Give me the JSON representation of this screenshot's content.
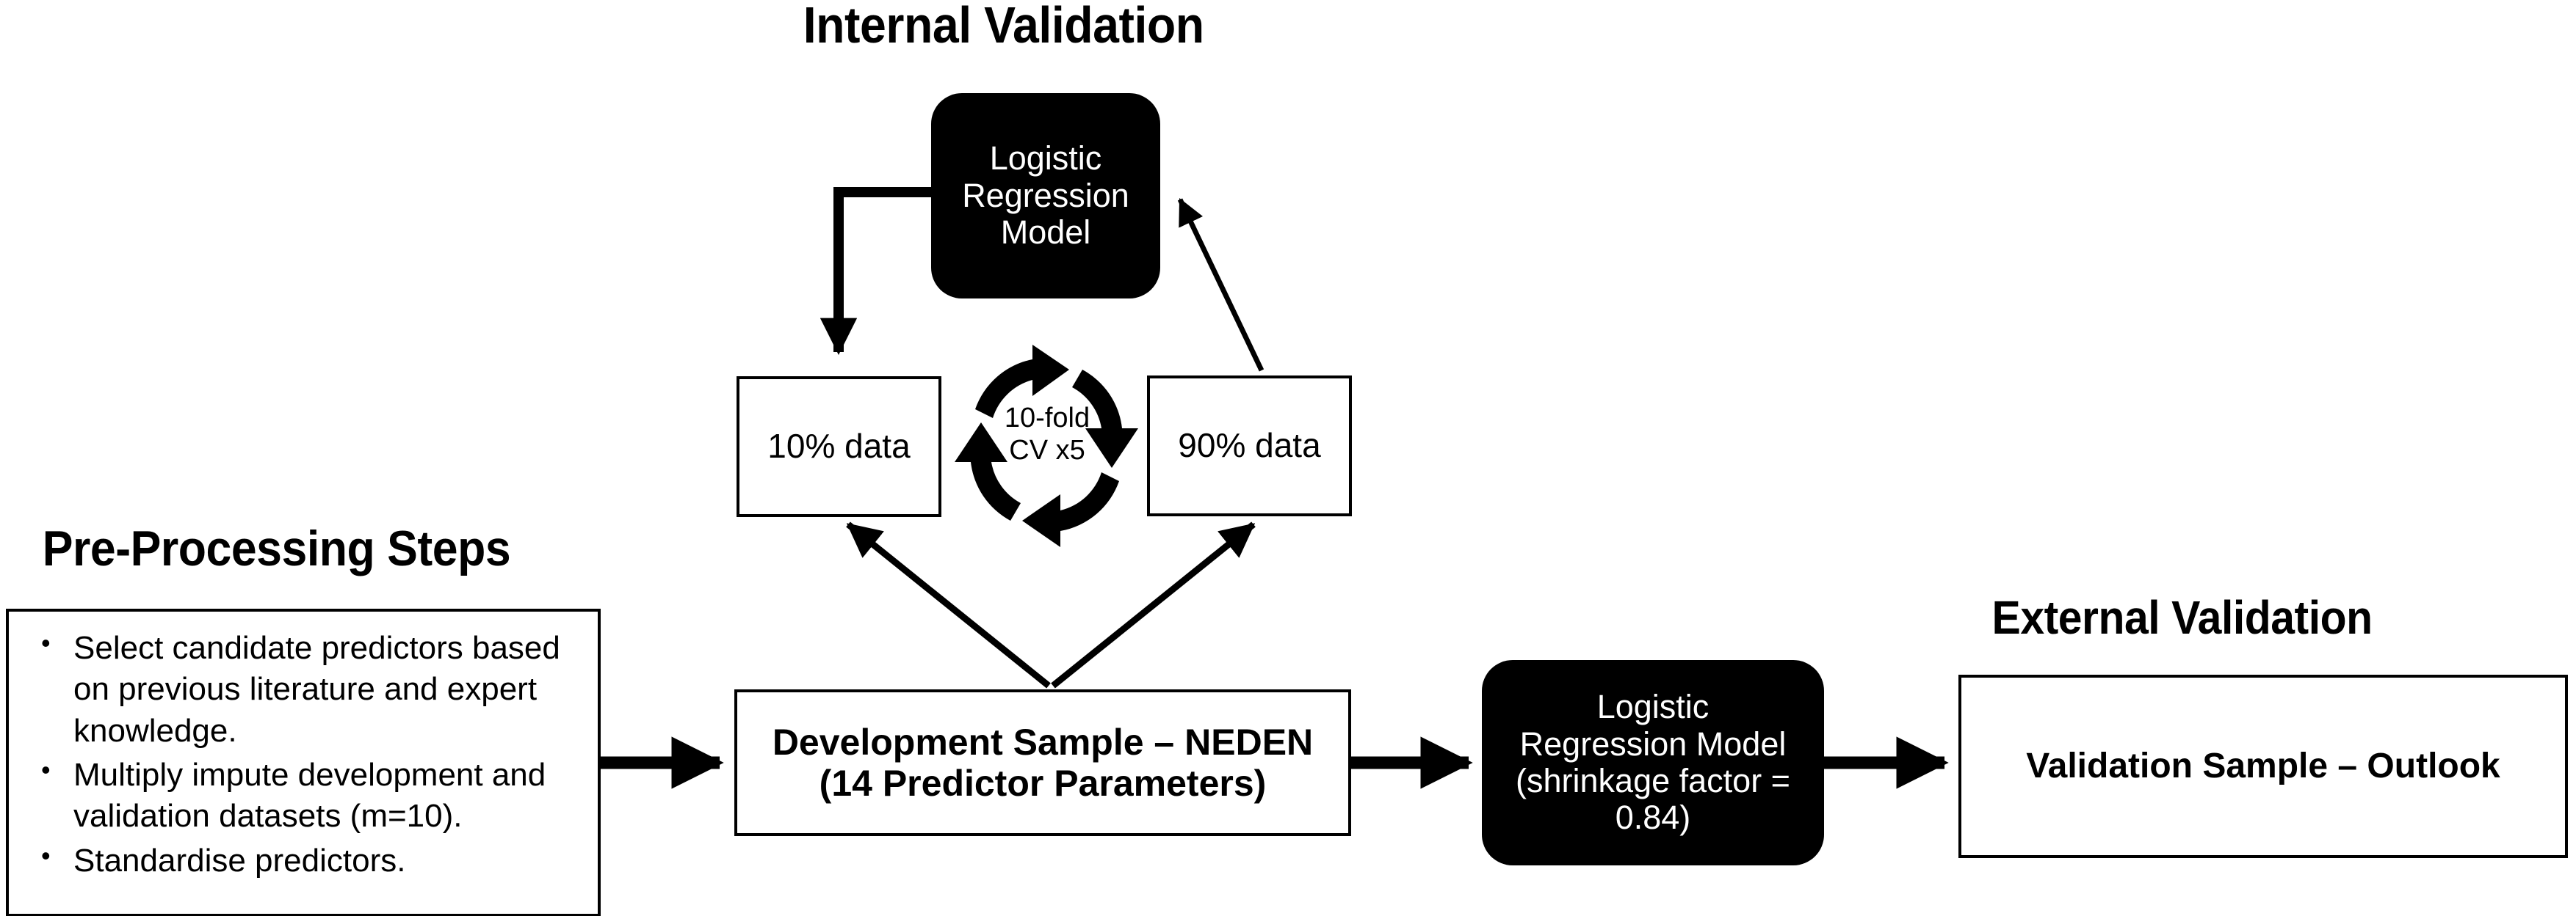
{
  "sections": {
    "internal_validation_title": "Internal Validation",
    "external_validation_title": "External Validation",
    "preprocessing_title": "Pre-Processing Steps"
  },
  "nodes": {
    "preprocessing": {
      "bullets": [
        "Select candidate predictors based on previous literature and expert knowledge.",
        "Multiply impute development and validation datasets (m=10).",
        "Standardise predictors."
      ]
    },
    "lr_internal": {
      "label": "Logistic\nRegression\nModel"
    },
    "data_10": {
      "label": "10% data"
    },
    "data_90": {
      "label": "90% data"
    },
    "cycle": {
      "label": "10-fold\nCV x5"
    },
    "development": {
      "label": "Development Sample – NEDEN\n(14 Predictor Parameters)"
    },
    "lr_final": {
      "label": "Logistic\nRegression Model\n(shrinkage factor =\n0.84)"
    },
    "validation": {
      "label": "Validation Sample – Outlook"
    }
  },
  "colors": {
    "background": "#ffffff",
    "stroke": "#000000",
    "dark_fill": "#000000",
    "dark_text": "#ffffff",
    "plain_fill": "#ffffff",
    "plain_text": "#000000"
  },
  "edges": [
    {
      "name": "preprocessing-to-development",
      "style": "thick-arrow"
    },
    {
      "name": "development-to-lr-final",
      "style": "thick-arrow"
    },
    {
      "name": "lr-final-to-validation",
      "style": "thick-arrow"
    },
    {
      "name": "lr-internal-to-data-10",
      "style": "thick-elbow-arrow"
    },
    {
      "name": "data-90-to-lr-internal",
      "style": "thin-diagonal-arrow"
    },
    {
      "name": "development-to-data-10",
      "style": "thin-diagonal-arrow"
    },
    {
      "name": "development-to-data-90",
      "style": "thin-diagonal-arrow"
    }
  ]
}
